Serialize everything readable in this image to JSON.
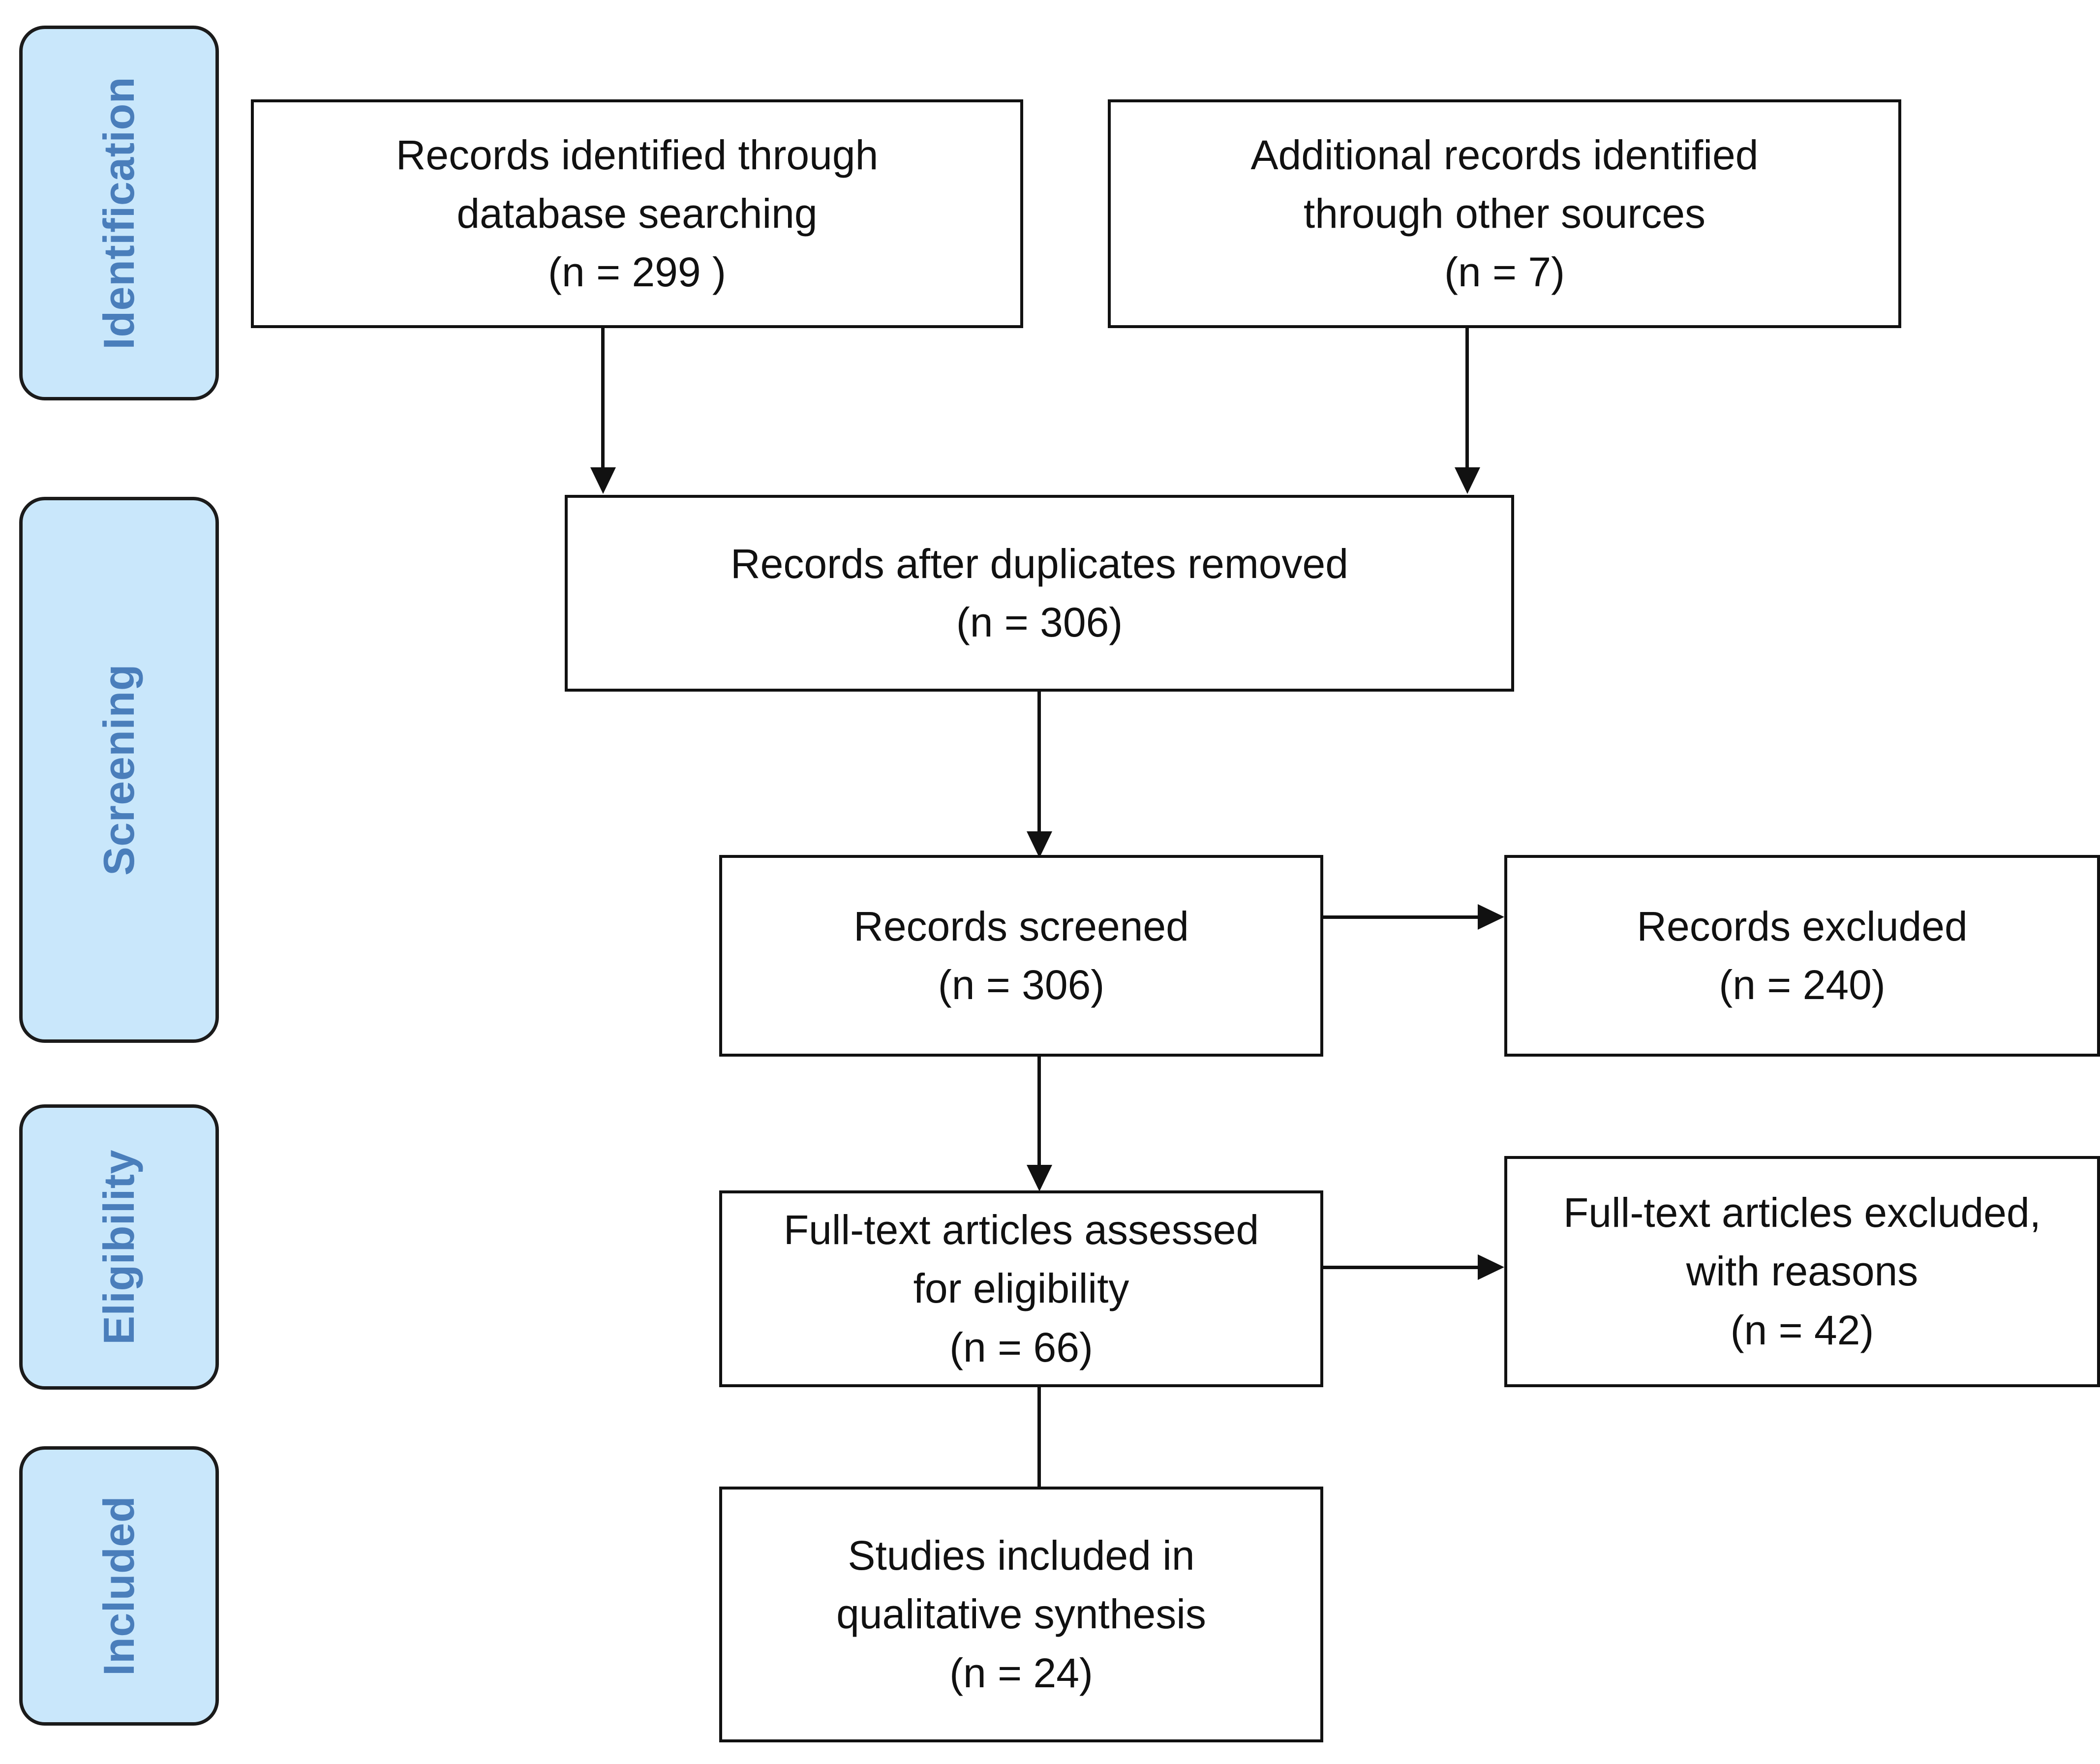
{
  "diagram": {
    "title": "PRISMA flow diagram",
    "accent_fill": "#C9E7FB",
    "accent_text": "#4A7EBB",
    "line_color": "#111111"
  },
  "stages": [
    {
      "id": "identification",
      "label": "Identification"
    },
    {
      "id": "screening",
      "label": "Screening"
    },
    {
      "id": "eligibility",
      "label": "Eligibility"
    },
    {
      "id": "included",
      "label": "Included"
    }
  ],
  "boxes": {
    "database_records": {
      "line1": "Records identified through",
      "line2": "database searching",
      "count": "(n =  299 )",
      "text": "Records identified through\ndatabase searching\n(n =  299 )"
    },
    "other_records": {
      "line1": "Additional records identified",
      "line2": "through other sources",
      "count": "(n = 7)",
      "text": "Additional records identified\nthrough other sources\n(n = 7)"
    },
    "after_duplicates": {
      "line1": "Records after duplicates removed",
      "count": "(n = 306)",
      "text": "Records after duplicates removed\n(n = 306)"
    },
    "records_screened": {
      "line1": "Records screened",
      "count": "(n = 306)",
      "text": "Records screened\n(n = 306)"
    },
    "records_excluded": {
      "line1": "Records excluded",
      "count": "(n = 240)",
      "text": "Records excluded\n(n = 240)"
    },
    "fulltext_assessed": {
      "line1": "Full-text articles assessed",
      "line2": "for eligibility",
      "count": "(n = 66)",
      "text": "Full-text articles assessed\nfor eligibility\n(n = 66)"
    },
    "fulltext_excluded": {
      "line1": "Full-text articles excluded,",
      "line2": "with reasons",
      "count": "(n = 42)",
      "text": "Full-text articles excluded,\nwith reasons\n(n = 42)"
    },
    "studies_included": {
      "line1": "Studies included in",
      "line2": "qualitative synthesis",
      "count": "(n = 24)",
      "text": "Studies included in\nqualitative synthesis\n(n = 24)"
    }
  }
}
